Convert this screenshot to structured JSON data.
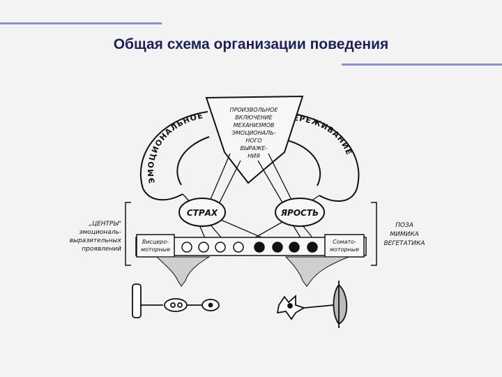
{
  "slide": {
    "title": "Общая схема организации поведения"
  },
  "diagram": {
    "top_box": [
      "ПРОИЗВОЛЬНОЕ",
      "ВКЛЮЧЕНИЕ",
      "МЕХАНИЗМОВ",
      "ЭМОЦИОНАЛЬ-",
      "НОГО",
      "ВЫРАЖЕ-",
      "НИЯ"
    ],
    "arc_left": "ЭМОЦИОНАЛЬНОЕ",
    "arc_right": "ПЕРЕЖИВАНИЕ",
    "oval_left": "СТРАХ",
    "oval_right": "ЯРОСТЬ",
    "box_left": [
      "Висцеро-",
      "моторные"
    ],
    "box_right": [
      "Сомато-",
      "моторные"
    ],
    "left_label": [
      "„ЦЕНТРЫ\"",
      "эмоциональ-",
      "выразительных",
      "проявлений"
    ],
    "right_label": [
      "ПОЗА",
      "МИМИКА",
      "ВЕГЕТАТИКА"
    ]
  }
}
